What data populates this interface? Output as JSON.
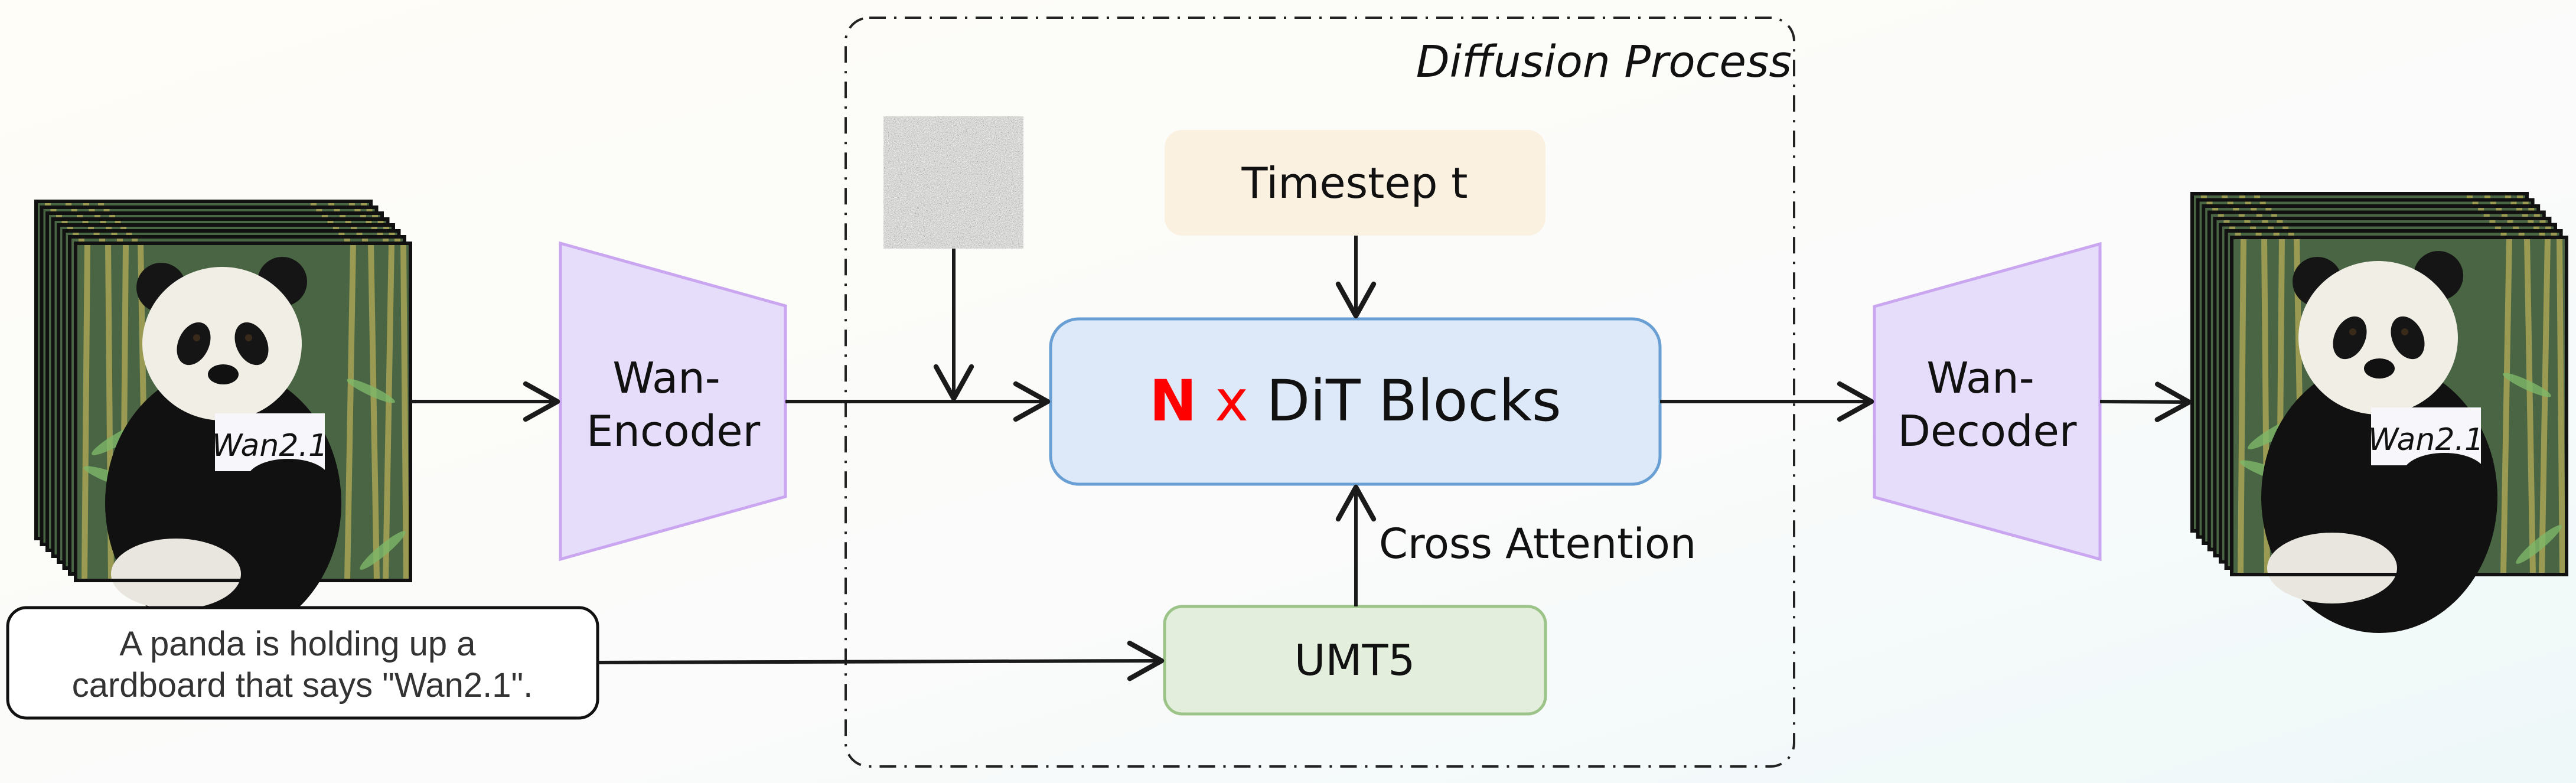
{
  "diagram": {
    "group_label": "Diffusion Process",
    "input_video": {
      "sign_text": "Wan2.1"
    },
    "output_video": {
      "sign_text": "Wan2.1"
    },
    "encoder": {
      "line1": "Wan-",
      "line2": "Encoder"
    },
    "decoder": {
      "line1": "Wan-",
      "line2": "Decoder"
    },
    "timestep": "Timestep t",
    "dit": {
      "multiplier": "N",
      "times": "x",
      "label": "DiT Blocks"
    },
    "cross_attention": "Cross Attention",
    "text_encoder": "UMT5",
    "prompt": {
      "line1": "A panda is holding up a",
      "line2": "cardboard that says \"Wan2.1\"."
    },
    "colors": {
      "encoder_fill": "#e6ddfb",
      "encoder_stroke": "#c9a6ef",
      "timestep_fill": "#faf1e0",
      "dit_fill": "#dde9f8",
      "dit_stroke": "#6a9fd4",
      "umt5_fill": "#e3efdc",
      "umt5_stroke": "#9cc488",
      "accent_red": "#ff0000"
    }
  }
}
